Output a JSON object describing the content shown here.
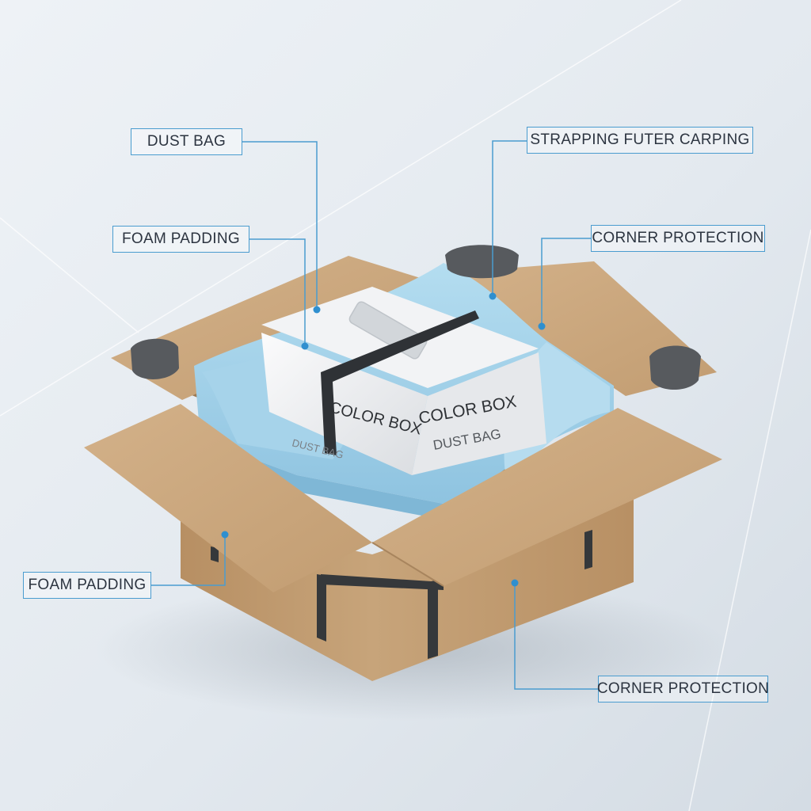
{
  "labels": {
    "dust_bag": "DUST BAG",
    "foam_padding_top": "FOAM PADDING",
    "strapping": "STRAPPING FUTER CARPING",
    "corner_protection_top": "CORNER PROTECTION",
    "foam_padding_bottom": "FOAM PADDING",
    "corner_protection_bottom": "CORNER PROTECTION"
  },
  "product_box": {
    "brand_text": "COLOR BOX",
    "front_text_1": "COLOR BOX",
    "front_text_2": "DUST BAG",
    "side_text": "DUST BAG"
  },
  "colors": {
    "leader_line": "#4a9ccf",
    "cardboard": "#c8a57c",
    "foam": "#9fcfe8",
    "strap": "#3a3d40",
    "corner_protector": "#595b5e"
  }
}
